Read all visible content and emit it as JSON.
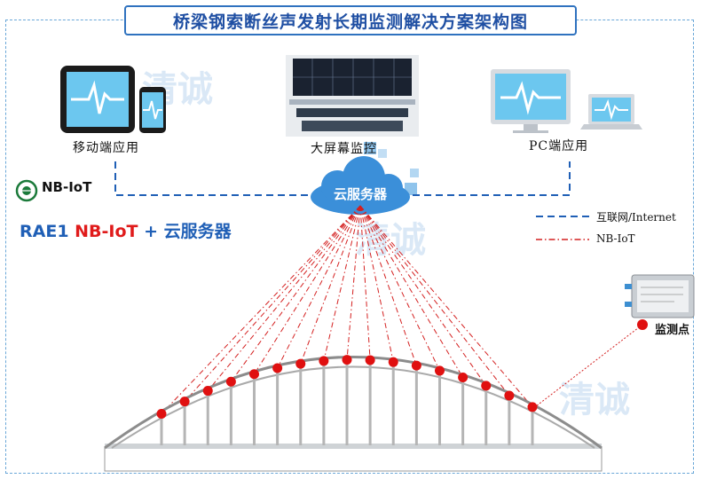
{
  "title": "桥梁钢索断丝声发射长期监测解决方案架构图",
  "clients": {
    "mobile_label": "移动端应用",
    "screen_label": "大屏幕监控",
    "pc_label": "PC端应用"
  },
  "cloud_label": "云服务器",
  "nbiot_logo_text": "NB-IoT",
  "solution": {
    "part1": "RAE1 ",
    "part2": "NB-IoT",
    "part3": " + 云服务器"
  },
  "legend": {
    "internet": "互联网/Internet",
    "nbiot": "NB-IoT"
  },
  "monitor_point_label": "监测点",
  "watermark_text": "清诚",
  "colors": {
    "title": "#1f4fa3",
    "internet_line": "#1f5fb6",
    "nbiot_line": "#d42020",
    "sensor": "#e01010",
    "cloud": "#3b8fd9"
  }
}
